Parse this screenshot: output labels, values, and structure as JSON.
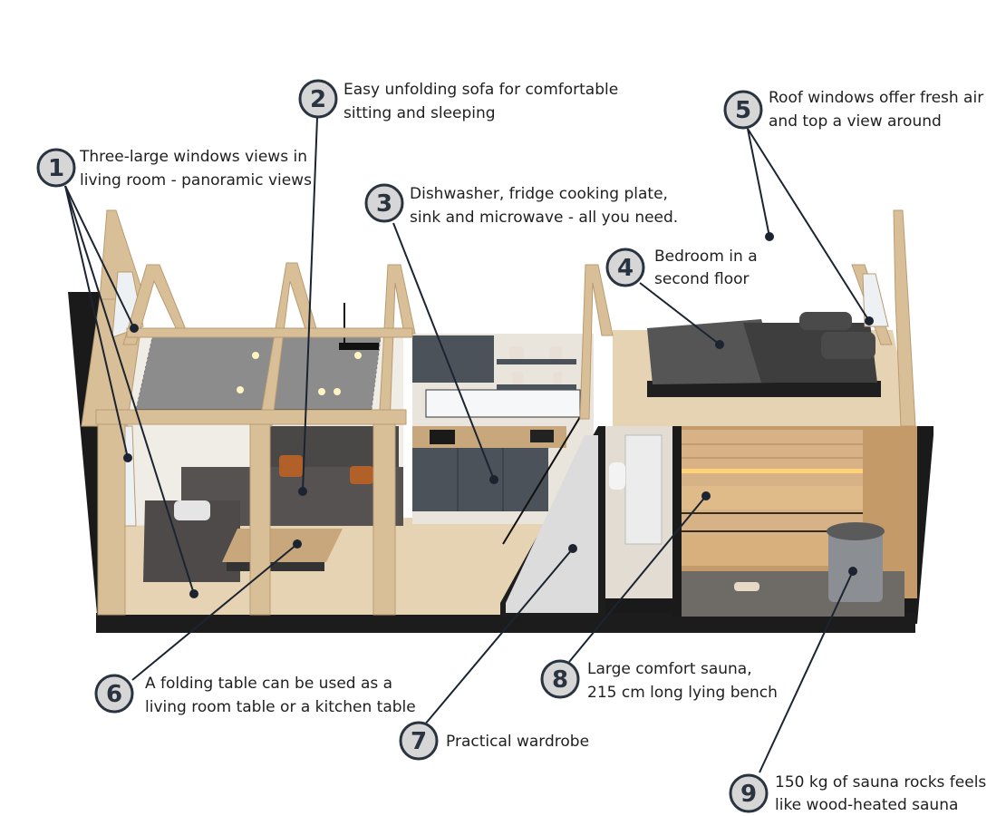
{
  "callouts": [
    {
      "number": "1",
      "lines": [
        "Three-large windows views in",
        "living room - panoramic views"
      ]
    },
    {
      "number": "2",
      "lines": [
        "Easy unfolding sofa for comfortable",
        "sitting and sleeping"
      ]
    },
    {
      "number": "3",
      "lines": [
        "Dishwasher, fridge cooking plate,",
        "sink and microwave - all you need."
      ]
    },
    {
      "number": "4",
      "lines": [
        "Bedroom in a",
        "second floor"
      ]
    },
    {
      "number": "5",
      "lines": [
        "Roof windows offer fresh air",
        "and top a view around"
      ]
    },
    {
      "number": "6",
      "lines": [
        "A folding table can be used as a",
        "living room table or a kitchen table"
      ]
    },
    {
      "number": "7",
      "lines": [
        "Practical wardrobe"
      ]
    },
    {
      "number": "8",
      "lines": [
        "Large comfort sauna,",
        "215 cm long lying bench"
      ]
    },
    {
      "number": "9",
      "lines": [
        "150 kg of sauna rocks feels",
        "like wood-heated sauna"
      ]
    }
  ],
  "colors": {
    "wood": "#d9bf98",
    "wood_dark": "#b89b72",
    "floor": "#e6d3b3",
    "frame_black": "#1a1a1a",
    "sofa": "#4a4a4a",
    "cabinet": "#4b525a",
    "sauna_wood": "#d2ab7c",
    "glass": "#eef1f3",
    "badge_fill": "#d6d6d6",
    "badge_stroke": "#2a3340"
  }
}
